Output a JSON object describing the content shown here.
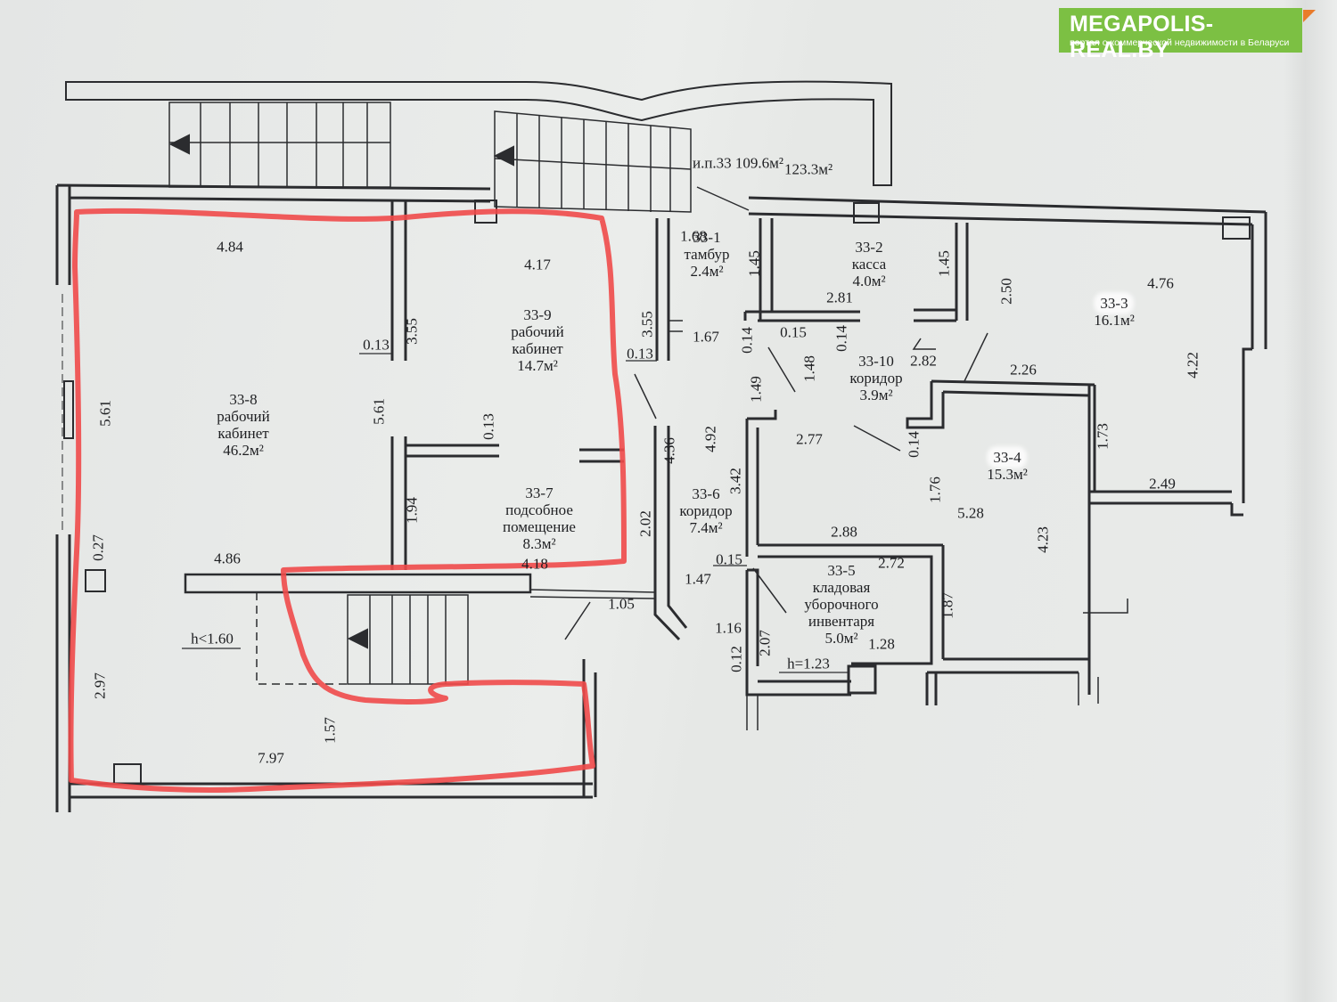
{
  "brand": {
    "name": "MEGAPOLIS-REAL.BY",
    "tagline": "портал о коммерческой недвижимости в Беларуси",
    "color": "#7cc043",
    "accent": "#e87b2a"
  },
  "highlight_color": "#f04a4a",
  "header": {
    "line1": "и.п.33   109.6м²",
    "line2": "123.3м²"
  },
  "rooms": [
    {
      "id": "33-1",
      "name": "тамбур",
      "area": "2.4м²"
    },
    {
      "id": "33-2",
      "name": "касса",
      "area": "4.0м²"
    },
    {
      "id": "33-3",
      "area": "16.1м²"
    },
    {
      "id": "33-4",
      "area": "15.3м²"
    },
    {
      "id": "33-5",
      "name1": "кладовая",
      "name2": "уборочного",
      "name3": "инвентаря",
      "area": "5.0м²"
    },
    {
      "id": "33-6",
      "name": "коридор",
      "area": "7.4м²"
    },
    {
      "id": "33-7",
      "name1": "подсобное",
      "name2": "помещение",
      "area": "8.3м²"
    },
    {
      "id": "33-8",
      "name1": "рабочий",
      "name2": "кабинет",
      "area": "46.2м²"
    },
    {
      "id": "33-9",
      "name1": "рабочий",
      "name2": "кабинет",
      "area": "14.7м²"
    },
    {
      "id": "33-10",
      "name": "коридор",
      "area": "3.9м²"
    }
  ],
  "heights": {
    "h1": "h<1.60",
    "h2": "h=1.23"
  },
  "dimensions": [
    "4.84",
    "4.17",
    "5.61",
    "0.13",
    "3.55",
    "5.61",
    "0.13",
    "1.94",
    "4.86",
    "4.18",
    "0.27",
    "2.97",
    "7.97",
    "1.57",
    "3.55",
    "0.13",
    "4.36",
    "2.02",
    "1.05",
    "1.68",
    "1.67",
    "1.45",
    "2.81",
    "1.45",
    "0.14",
    "0.15",
    "0.14",
    "1.48",
    "1.49",
    "2.82",
    "2.50",
    "4.76",
    "4.22",
    "2.26",
    "1.73",
    "2.49",
    "4.92",
    "3.42",
    "2.77",
    "0.14",
    "1.76",
    "5.28",
    "4.23",
    "2.88",
    "0.15",
    "2.72",
    "1.87",
    "1.47",
    "1.16",
    "2.07",
    "0.12",
    "1.28"
  ]
}
